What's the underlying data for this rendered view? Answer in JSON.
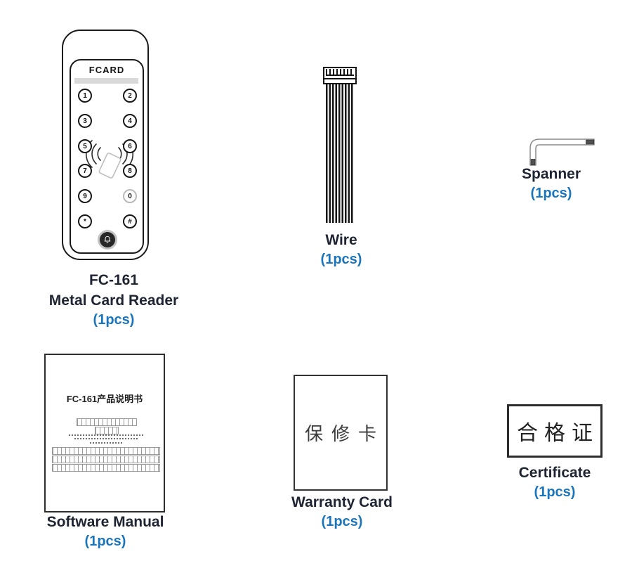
{
  "colors": {
    "name_text": "#1f2433",
    "qty_text": "#1b75bc",
    "outline": "#1a1a1a",
    "led_bar": "#d9d9d9"
  },
  "card_reader": {
    "brand": "FCARD",
    "keys": [
      "1",
      "2",
      "3",
      "4",
      "5",
      "6",
      "7",
      "8",
      "9",
      "0",
      "*",
      "#"
    ],
    "model": "FC-161",
    "name": "Metal Card Reader",
    "qty": "(1pcs)"
  },
  "wire": {
    "name": "Wire",
    "qty": "(1pcs)"
  },
  "spanner": {
    "name": "Spanner",
    "qty": "(1pcs)"
  },
  "manual": {
    "doc_title": "FC-161产品说明书",
    "name": "Software Manual",
    "qty": "(1pcs)"
  },
  "warranty": {
    "doc_title": "保修卡",
    "name": "Warranty Card",
    "qty": "(1pcs)"
  },
  "certificate": {
    "doc_title": "合格证",
    "name": "Certificate",
    "qty": "(1pcs)"
  }
}
